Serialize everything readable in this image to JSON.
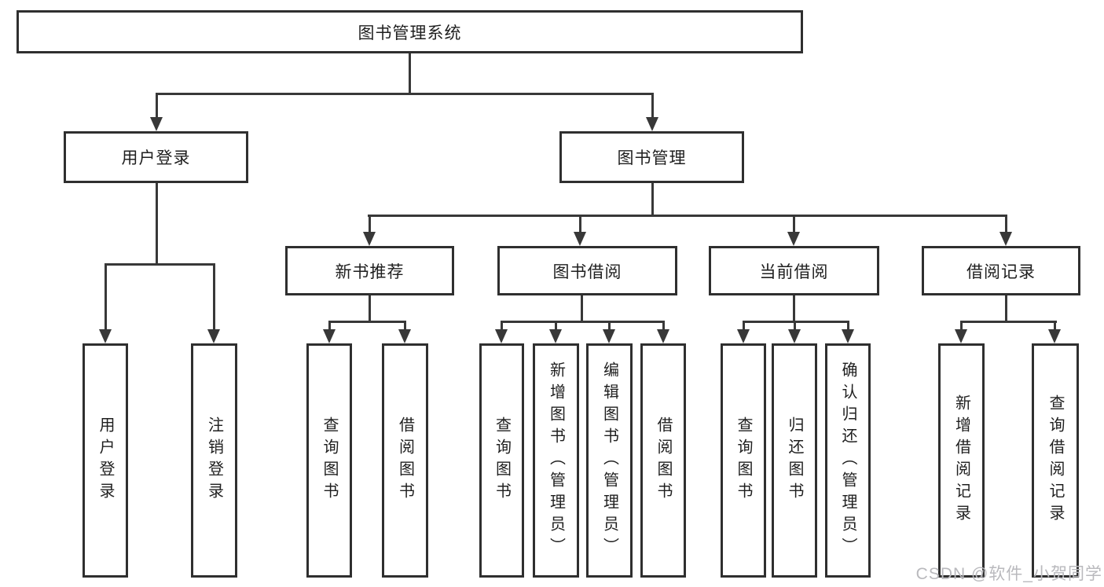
{
  "root": {
    "label": "图书管理系统"
  },
  "branches": {
    "user_login": {
      "label": "用户登录",
      "children": [
        {
          "label": "用户登录"
        },
        {
          "label": "注销登录"
        }
      ]
    },
    "book_mgmt": {
      "label": "图书管理",
      "children": [
        {
          "label": "新书推荐",
          "children": [
            {
              "label": "查询图书"
            },
            {
              "label": "借阅图书"
            }
          ]
        },
        {
          "label": "图书借阅",
          "children": [
            {
              "label": "查询图书"
            },
            {
              "label": "新增图书（管理员）"
            },
            {
              "label": "编辑图书（管理员）"
            },
            {
              "label": "借阅图书"
            }
          ]
        },
        {
          "label": "当前借阅",
          "children": [
            {
              "label": "查询图书"
            },
            {
              "label": "归还图书"
            },
            {
              "label": "确认归还（管理员）"
            }
          ]
        },
        {
          "label": "借阅记录",
          "children": [
            {
              "label": "新增借阅记录"
            },
            {
              "label": "查询借阅记录"
            }
          ]
        }
      ]
    }
  },
  "watermark": "CSDN @软件_小贺同学",
  "colors": {
    "box_border": "#2f2f2f",
    "connector": "#383838",
    "text": "#1f1f1f",
    "watermark": "#b9b9bd",
    "background": "#ffffff"
  }
}
